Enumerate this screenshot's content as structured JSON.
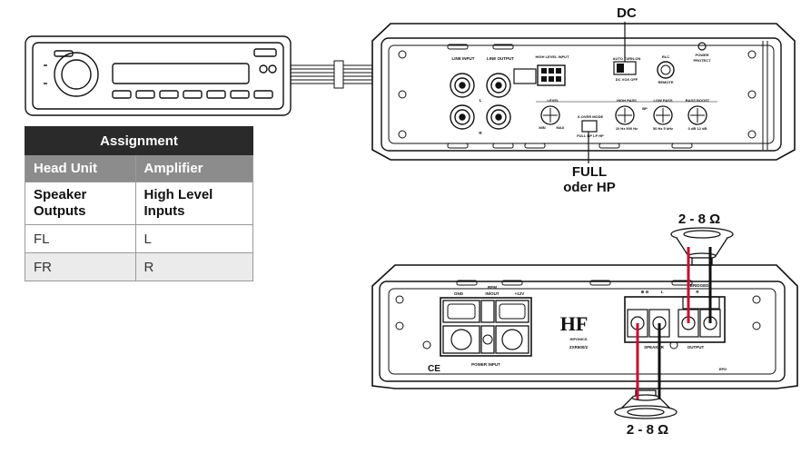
{
  "top_amp": {
    "callout_dc": "DC",
    "callout_mode_line1": "FULL",
    "callout_mode_line2": "oder HP",
    "line_input": "LINE INPUT",
    "line_output": "LINE OUTPUT",
    "high_level_input": "HIGH LEVEL INPUT",
    "auto_turn_on": "AUTO TURN-ON",
    "auto_turn_on_options": "DC  VOX  OFF",
    "rlc": "RLC",
    "remote": "REMOTE",
    "power": "POWER",
    "protect": "PROTECT",
    "level": "LEVEL",
    "level_min": "MIN",
    "level_max": "MAX",
    "x_over_mode": "X-OVER MODE",
    "x_over_options": "FULL  BP  LP  HP",
    "high_pass": "HIGH PASS",
    "high_pass_range": "10 Hz   500 Hz",
    "low_pass": "LOW PASS",
    "low_pass_range": "50 Hz   5 kHz",
    "bp": "BP",
    "bass_boost": "BASS BOOST",
    "bass_boost_range": "0 dB   12 dB",
    "l": "L",
    "r": "R"
  },
  "table": {
    "title": "Assignment",
    "col1_header": "Head Unit",
    "col2_header": "Amplifier",
    "row_bold_col1_line1": "Speaker",
    "row_bold_col1_line2": "Outputs",
    "row_bold_col2_line1": "High Level",
    "row_bold_col2_line2": "Inputs",
    "rows": [
      {
        "head_unit": "FL",
        "amplifier": "L"
      },
      {
        "head_unit": "FR",
        "amplifier": "R"
      }
    ]
  },
  "bottom_amp": {
    "speaker_top_label": "2 - 8 Ω",
    "speaker_bottom_label": "2 - 8 Ω",
    "gnd": "GND",
    "rem": "REM",
    "in_out": "IN/OUT",
    "plus12v": "+12V",
    "power_input": "POWER INPUT",
    "brand": "HIFONICS",
    "model": "ZXR600/2",
    "bridged": "BRIDGED",
    "plus_minus": "⊕  ⊖",
    "l": "L",
    "r": "R",
    "speaker": "SPEAKER",
    "output": "OUTPUT",
    "ce": "CE",
    "epd": "EPD"
  },
  "colors": {
    "wire_red": "#c8102e",
    "wire_black": "#111111",
    "table_header": "#2a2a2a",
    "table_subheader": "#8c8c8c"
  }
}
